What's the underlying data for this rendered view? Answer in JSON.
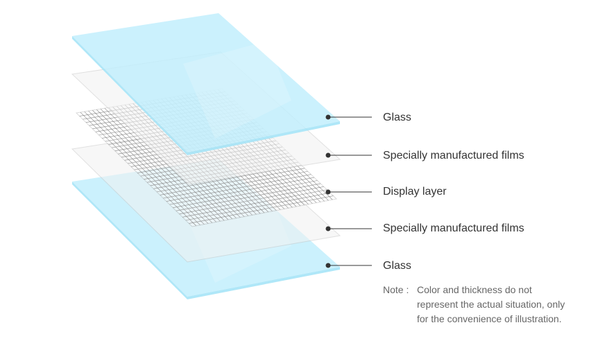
{
  "layers": [
    {
      "label": "Glass",
      "type": "glass"
    },
    {
      "label": "Specially manufactured films",
      "type": "film"
    },
    {
      "label": "Display layer",
      "type": "grid"
    },
    {
      "label": "Specially manufactured films",
      "type": "film"
    },
    {
      "label": "Glass",
      "type": "glass"
    }
  ],
  "note": {
    "key": "Note :",
    "text": "Color and thickness do not represent the actual situation, only for the convenience of illustration."
  },
  "colors": {
    "glass": "#bfeefc",
    "glass_edge": "#a6e4f7",
    "film_stroke": "#c8c8c8",
    "grid": "#888888",
    "leader": "#333333"
  }
}
